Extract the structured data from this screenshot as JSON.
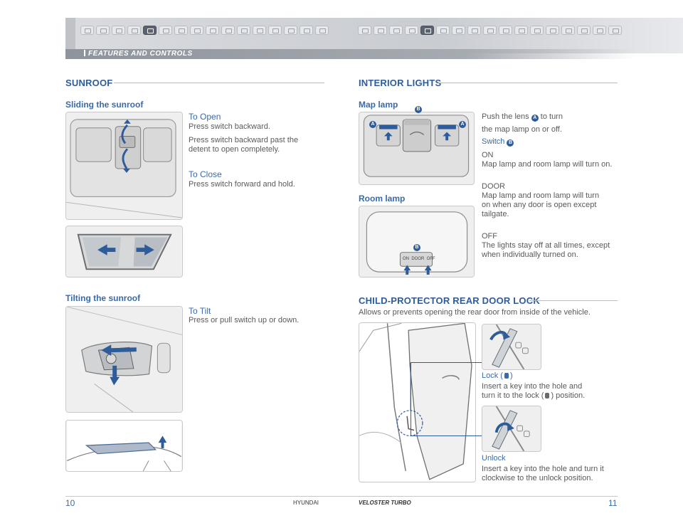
{
  "header": {
    "section": "FEATURES AND CONTROLS",
    "left_icons": [
      "audio-icon",
      "phone-icon",
      "seat-icon",
      "key-icon",
      "door-icon",
      "lights-icon",
      "wiper-icon",
      "tools-icon",
      "bluetooth-icon",
      "clock-icon",
      "fuel-icon",
      "gauge-icon",
      "climate-icon",
      "seatbelt-icon",
      "mirror-icon",
      "hazard-icon"
    ],
    "right_icons": [
      "audio-icon",
      "phone-icon",
      "seat-icon",
      "key-icon",
      "door-icon",
      "lights-icon",
      "wiper-icon",
      "tools-icon",
      "bluetooth-icon",
      "clock-icon",
      "fuel-icon",
      "gauge-icon",
      "climate-icon",
      "seatbelt-icon",
      "mirror-icon",
      "tire-icon",
      "airbag-icon"
    ],
    "left_active_index": 4,
    "right_active_index": 4
  },
  "sunroof": {
    "title": "SUNROOF",
    "sliding_title": "Sliding the sunroof",
    "open_heading": "To Open",
    "open_line1": "Press switch backward.",
    "open_line2": "Press switch backward past the detent to open completely.",
    "close_heading": "To Close",
    "close_line": "Press switch forward and hold.",
    "tilting_title": "Tilting the sunroof",
    "tilt_heading": "To Tilt",
    "tilt_line": "Press or pull switch up or down."
  },
  "interior_lights": {
    "title": "INTERIOR LIGHTS",
    "map_lamp_title": "Map lamp",
    "room_lamp_title": "Room lamp",
    "push_text_a": "Push the lens",
    "push_badge": "A",
    "push_text_b": "to turn",
    "push_text_c": "the map lamp on or off.",
    "switch_label": "Switch",
    "switch_badge": "B",
    "on_label": "ON",
    "on_text": "Map lamp and room lamp will turn on.",
    "door_label": "DOOR",
    "door_text": "Map lamp and room lamp will turn on when any door is open except tailgate.",
    "off_label": "OFF",
    "off_text": "The lights stay off at all times, except when individually turned on.",
    "map_image_badges": [
      "B",
      "A",
      "A"
    ],
    "room_image_badge": "B",
    "room_switch_label": "ON  DOOR  OFF"
  },
  "child_lock": {
    "title": "CHILD-PROTECTOR REAR DOOR LOCK",
    "description": "Allows or prevents opening the rear door from inside of the vehicle.",
    "lock_heading": "Lock (",
    "lock_heading_end": ")",
    "lock_text_a": "Insert a key into the hole and",
    "lock_text_b": "turn it to the lock (",
    "lock_text_c": ") position.",
    "unlock_heading": "Unlock",
    "unlock_text": "Insert a key into the hole and turn it clockwise to the unlock position."
  },
  "footer": {
    "page_left": "10",
    "page_right": "11",
    "brand": "HYUNDAI",
    "model": "VELOSTER TURBO"
  },
  "colors": {
    "accent": "#2e5c9a",
    "subhead": "#3a6aaa",
    "body_text": "#5a5a5a",
    "header_gray": "#a6aab1"
  }
}
